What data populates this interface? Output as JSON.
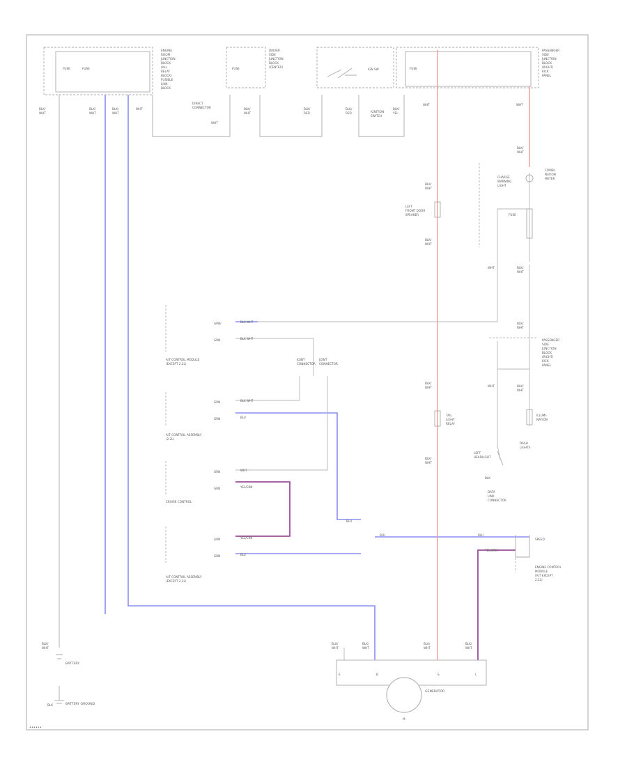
{
  "colors": {
    "blue_wire": "#8a8ef0",
    "red_wire": "#f39a9a",
    "purple_wire": "#9a4f9a",
    "frame": "#b8b8b8",
    "component": "#a8a8a8",
    "text": "#5a5a5a"
  },
  "components": {
    "generator": "GENERATOR",
    "battery": "BATTERY",
    "battery_ground": "BATTERY GROUND"
  }
}
